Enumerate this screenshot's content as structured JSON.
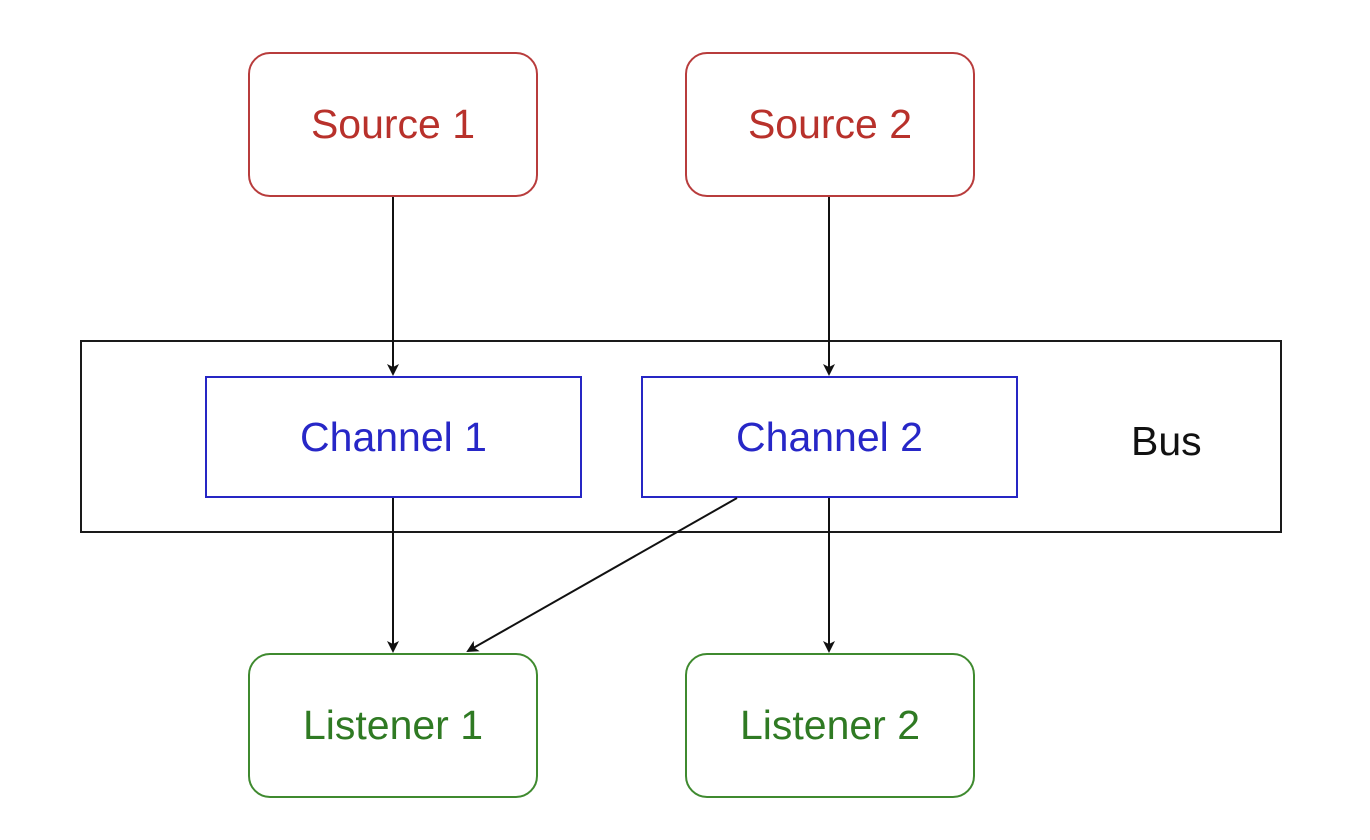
{
  "diagram": {
    "nodes": {
      "source1": "Source 1",
      "source2": "Source 2",
      "channel1": "Channel 1",
      "channel2": "Channel 2",
      "listener1": "Listener 1",
      "listener2": "Listener 2",
      "bus": "Bus"
    },
    "edges": [
      {
        "from": "source1",
        "to": "channel1"
      },
      {
        "from": "source2",
        "to": "channel2"
      },
      {
        "from": "channel1",
        "to": "listener1"
      },
      {
        "from": "channel2",
        "to": "listener1"
      },
      {
        "from": "channel2",
        "to": "listener2"
      }
    ],
    "colors": {
      "source": "#b8312b",
      "channel": "#2727c7",
      "listener": "#2f7a23",
      "bus": "#1a1a1a",
      "edge": "#111111"
    }
  }
}
